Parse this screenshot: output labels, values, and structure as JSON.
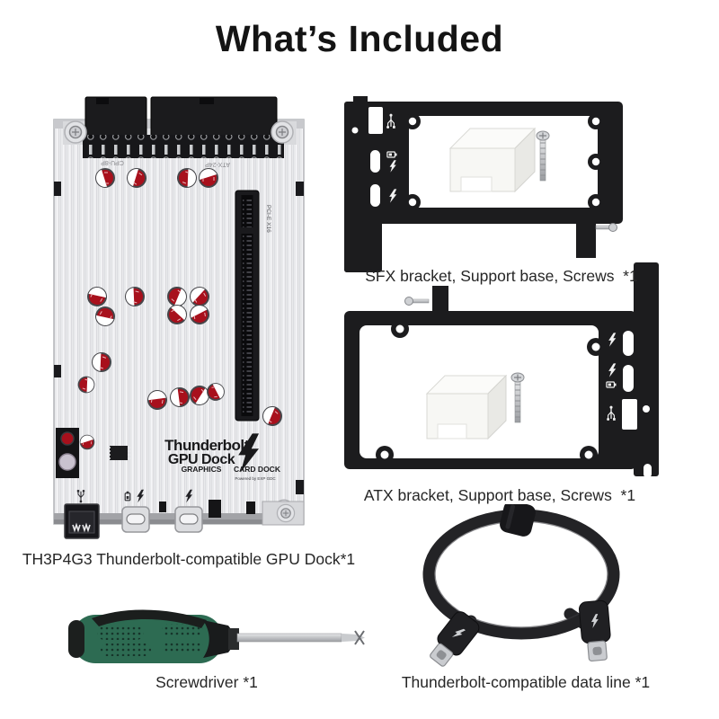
{
  "title": "What’s Included",
  "items": {
    "gpu_dock": {
      "caption": "TH3P4G3 Thunderbolt-compatible GPU Dock*1",
      "silkscreen": {
        "cpu_connector": "CPU-8P",
        "atx_connector": "ATX-24P",
        "pcie_slot": "PCI-E X16",
        "logo_line1": "Thunderbolt",
        "logo_line2": "GPU Dock",
        "logo_line3_left": "GRAPHICS",
        "logo_line3_right": "CARD DOCK",
        "logo_powered": "Powered by EXP GDC"
      }
    },
    "sfx_bracket": {
      "caption": "SFX bracket, Support base, Screws  *1"
    },
    "atx_bracket": {
      "caption": "ATX bracket, Support base, Screws  *1"
    },
    "screwdriver": {
      "caption": "Screwdriver *1"
    },
    "data_line": {
      "caption": "Thunderbolt-compatible data line *1"
    }
  },
  "colors": {
    "background": "#ffffff",
    "title_text": "#141414",
    "caption_text": "#262626",
    "capacitor_red": "#a8101c",
    "bracket_black": "#1c1c1e",
    "screwdriver_green": "#2d6b52"
  }
}
